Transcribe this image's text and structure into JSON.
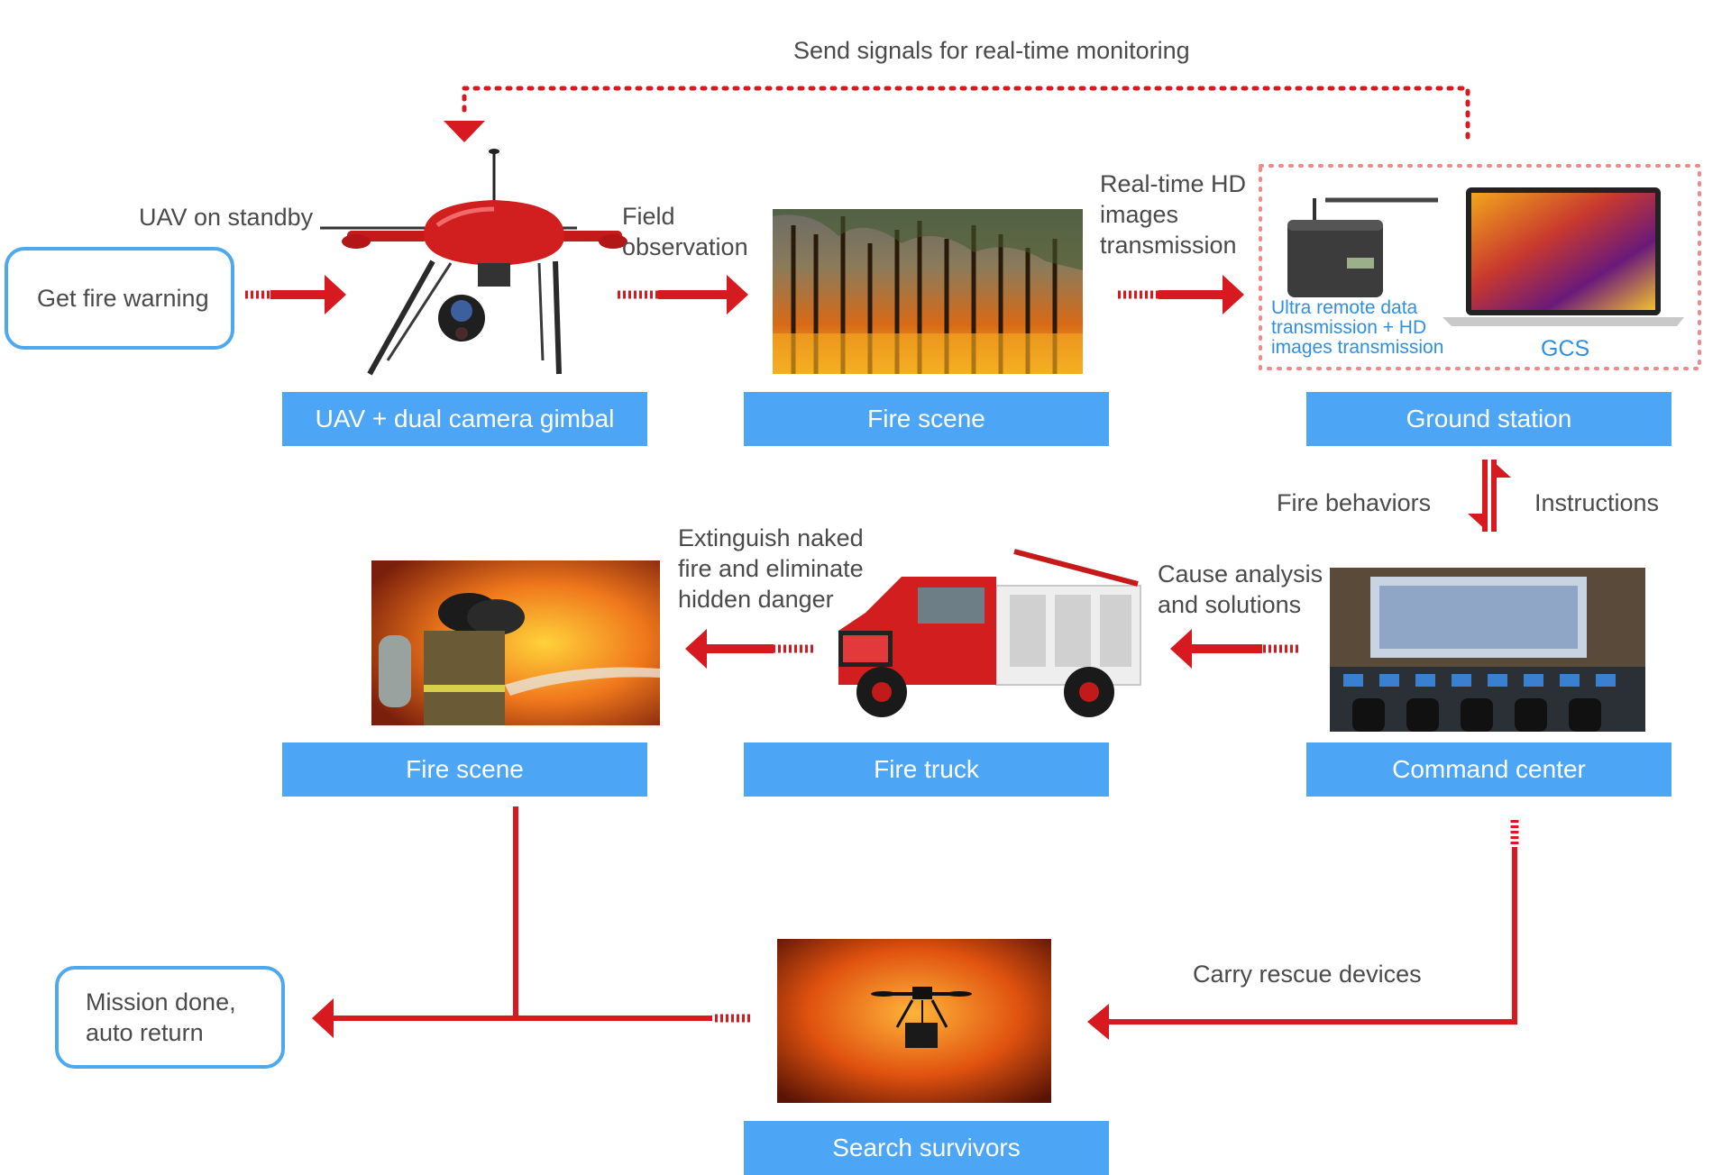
{
  "colors": {
    "arrow_red": "#d71920",
    "label_blue": "#4da6f5",
    "node_border_blue": "#4ea8ee",
    "gcs_text_blue": "#2f8fe6",
    "dotted_border_pink": "#f08a8a"
  },
  "top_signal": "Send signals for real-time monitoring",
  "nodes": {
    "get_fire_warning": "Get fire warning",
    "mission_done": "Mission done,\nauto return"
  },
  "labels": {
    "uav": "UAV + dual camera gimbal",
    "fire_scene_1": "Fire scene",
    "ground_station": "Ground station",
    "command_center": "Command center",
    "fire_truck": "Fire truck",
    "fire_scene_2": "Fire scene",
    "search_survivors": "Search survivors"
  },
  "edge_texts": {
    "uav_standby": "UAV on standby",
    "field_observation": "Field\nobservation",
    "hd_transmission": "Real-time HD\nimages\ntransmission",
    "fire_behaviors": "Fire behaviors",
    "instructions": "Instructions",
    "cause_analysis": "Cause analysis\nand solutions",
    "extinguish": "Extinguish naked\nfire and eliminate\nhidden danger",
    "carry_rescue": "Carry rescue devices"
  },
  "ground_station_panel": {
    "device_caption": "Ultra remote data\ntransmission + HD\nimages transmission",
    "gcs_caption": "GCS"
  },
  "images": [
    "uav-drone-photo",
    "forest-fire-photo",
    "data-transmitter-photo",
    "thermal-laptop-photo",
    "command-center-photo",
    "fire-truck-photo",
    "firefighters-photo",
    "rescue-drone-photo"
  ]
}
